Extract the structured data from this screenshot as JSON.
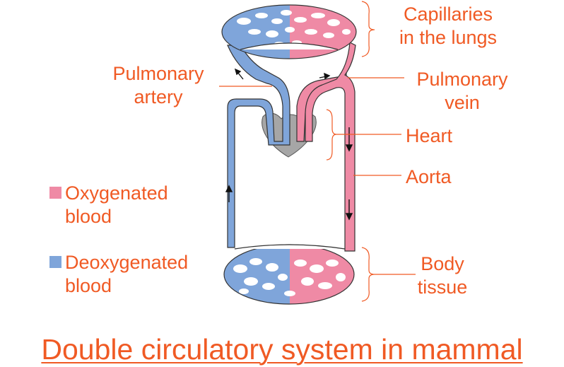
{
  "labels": {
    "capillaries_lungs_1": "Capillaries",
    "capillaries_lungs_2": "in the lungs",
    "pulmonary_artery_1": "Pulmonary",
    "pulmonary_artery_2": "artery",
    "pulmonary_vein_1": "Pulmonary",
    "pulmonary_vein_2": "vein",
    "heart": "Heart",
    "aorta": "Aorta",
    "body_tissue_1": "Body",
    "body_tissue_2": "tissue"
  },
  "legend": {
    "oxygenated_1": "Oxygenated",
    "oxygenated_2": "blood",
    "deoxygenated_1": "Deoxygenated",
    "deoxygenated_2": "blood"
  },
  "title": "Double circulatory system in mammal",
  "colors": {
    "oxygenated": "#ef8aa5",
    "deoxygenated": "#7fa5da",
    "label": "#f05a24",
    "heart": "#a6a6a6"
  }
}
